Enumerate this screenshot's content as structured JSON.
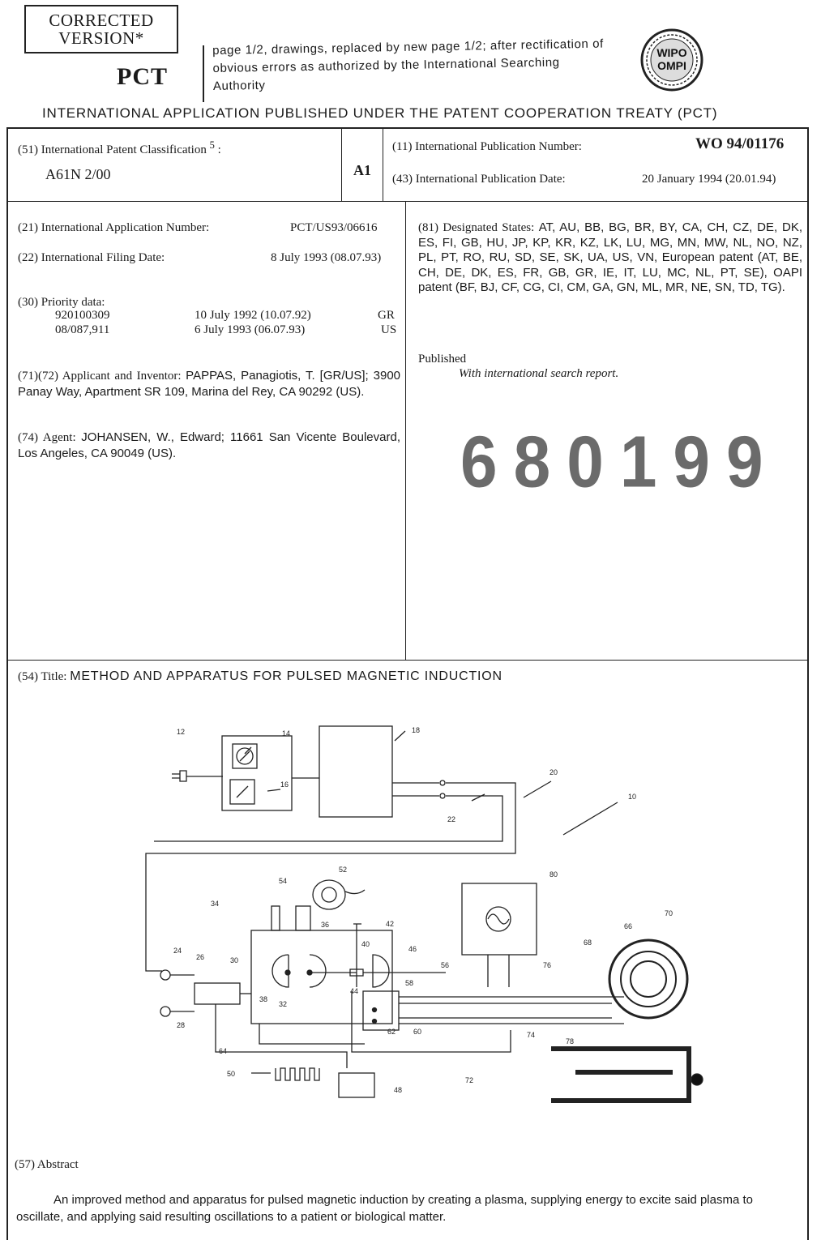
{
  "header": {
    "corrected_line1": "CORRECTED",
    "corrected_line2": "VERSION*",
    "pct": "PCT",
    "correction_note": "page 1/2, drawings, replaced by new page 1/2; after rectification of obvious errors as authorized by the International Searching Authority",
    "seal_text": "WIPO OMPI",
    "treaty_title": "INTERNATIONAL APPLICATION PUBLISHED UNDER THE PATENT COOPERATION TREATY (PCT)"
  },
  "classification": {
    "label": "(51) International Patent Classification",
    "superscript": "5",
    "colon": ":",
    "value": "A61N 2/00",
    "kind": "A1"
  },
  "publication": {
    "number_label": "(11) International Publication Number:",
    "number_value": "WO 94/01176",
    "date_label": "(43) International Publication Date:",
    "date_value": "20 January 1994 (20.01.94)"
  },
  "left_col": {
    "app_number_label": "(21) International Application Number:",
    "app_number_value": "PCT/US93/06616",
    "filing_date_label": "(22) International Filing Date:",
    "filing_date_value": "8 July 1993 (08.07.93)",
    "priority_label": "(30) Priority data:",
    "priority": [
      {
        "number": "920100309",
        "date": "10 July 1992 (10.07.92)",
        "country": "GR"
      },
      {
        "number": "08/087,911",
        "date": "6 July 1993 (06.07.93)",
        "country": "US"
      }
    ],
    "applicant_label": "(71)(72) Applicant and Inventor:",
    "applicant_text": "PAPPAS, Panagiotis, T. [GR/US]; 3900 Panay Way, Apartment SR 109, Marina del Rey, CA 90292 (US).",
    "agent_label": "(74) Agent:",
    "agent_text": "JOHANSEN, W., Edward; 11661 San Vicente Boulevard, Los Angeles, CA 90049 (US)."
  },
  "right_col": {
    "states_label": "(81) Designated States:",
    "states_text": "AT, AU, BB, BG, BR, BY, CA, CH, CZ, DE, DK, ES, FI, GB, HU, JP, KP, KR, KZ, LK, LU, MG, MN, MW, NL, NO, NZ, PL, PT, RO, RU, SD, SE, SK, UA, US, VN, European patent (AT, BE, CH, DE, DK, ES, FR, GB, GR, IE, IT, LU, MC, NL, PT, SE), OAPI patent (BF, BJ, CF, CG, CI, CM, GA, GN, ML, MR, NE, SN, TD, TG).",
    "published_label": "Published",
    "published_text": "With international search report.",
    "stamp_number": "680199"
  },
  "title_section": {
    "label": "(54) Title:",
    "text": "METHOD AND APPARATUS FOR PULSED MAGNETIC INDUCTION"
  },
  "figure_labels": [
    "12",
    "14",
    "16",
    "18",
    "20",
    "22",
    "10",
    "52",
    "54",
    "34",
    "80",
    "42",
    "36",
    "40",
    "46",
    "66",
    "70",
    "68",
    "24",
    "26",
    "30",
    "56",
    "76",
    "38",
    "32",
    "58",
    "44",
    "28",
    "62",
    "60",
    "74",
    "78",
    "64",
    "50",
    "48",
    "72"
  ],
  "abstract": {
    "label": "(57) Abstract",
    "text": "An improved method and apparatus for pulsed magnetic induction by creating a plasma, supplying energy to excite said plasma to oscillate, and applying said resulting oscillations to a patient or biological matter."
  }
}
